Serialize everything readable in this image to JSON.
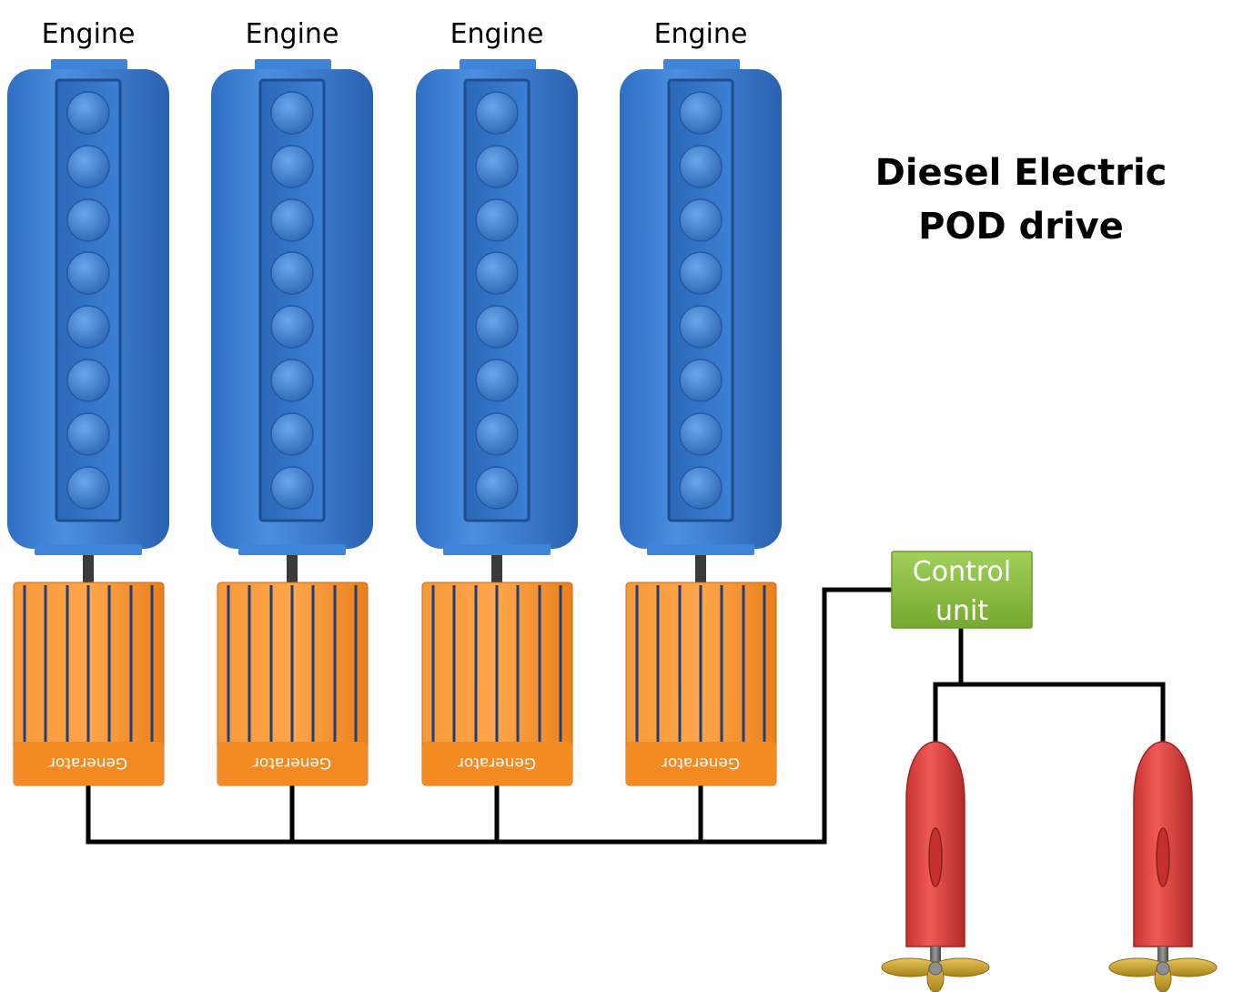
{
  "diagram": {
    "title_line1": "Diesel Electric",
    "title_line2": "POD drive",
    "engine_label": "Engine",
    "generator_label": "Generator",
    "control_unit_line1": "Control",
    "control_unit_line2": "unit",
    "engine_count": 4,
    "cylinders_per_engine": 8,
    "pod_count": 2,
    "colors": {
      "engine": "#3a7fd0",
      "generator": "#f28a24",
      "generator_stripe": "#1f3f7a",
      "control_unit": "#8cbf3f",
      "pod": "#d8413f",
      "propeller": "#c9a227",
      "wire": "#000000"
    }
  }
}
